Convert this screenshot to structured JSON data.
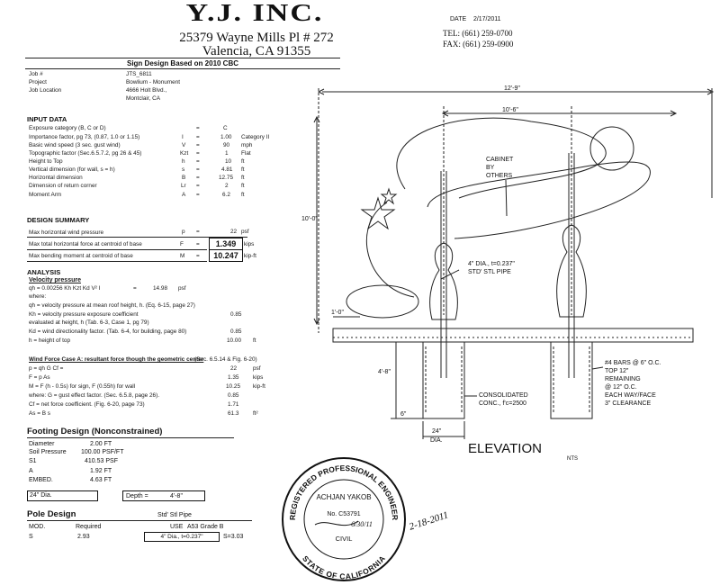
{
  "header": {
    "company": "Y.J. INC.",
    "address1": "25379 Wayne Mills Pl # 272",
    "address2": "Valencia, CA 91355",
    "date_label": "DATE",
    "date_value": "2/17/2011",
    "tel": "TEL: (661) 259-0700",
    "fax": "FAX: (661) 259-0900"
  },
  "title": "Sign Design Based on 2010 CBC",
  "job": {
    "job_label": "Job #",
    "job_value": "JTS_6811",
    "project_label": "Project",
    "project_value": "Bowlium - Monument",
    "location_label": "Job Location",
    "location_value1": "4666 Holt Blvd.,",
    "location_value2": "Montclair, CA"
  },
  "input_data": {
    "heading": "INPUT DATA",
    "rows": [
      {
        "label": "Exposure category (B, C or D)",
        "eq": "=",
        "value": "C",
        "unit": ""
      },
      {
        "label": "Importance factor, pg 73, (0.87, 1.0 or 1.15)",
        "sym": "I",
        "eq": "=",
        "value": "1.00",
        "unit": "Category II"
      },
      {
        "label": "Basic wind speed (3 sec. gust wind)",
        "sym": "V",
        "eq": "=",
        "value": "90",
        "unit": "mph"
      },
      {
        "label": "Topographic factor (Sec.6.5.7.2, pg 26 & 45)",
        "sym": "Kzt",
        "eq": "=",
        "value": "1",
        "unit": "Flat"
      },
      {
        "label": "Height to Top",
        "sym": "h",
        "eq": "=",
        "value": "10",
        "unit": "ft"
      },
      {
        "label": "Vertical dimension (for wall, s = h)",
        "sym": "s",
        "eq": "=",
        "value": "4.81",
        "unit": "ft"
      },
      {
        "label": "Horizontal dimension",
        "sym": "B",
        "eq": "=",
        "value": "12.75",
        "unit": "ft"
      },
      {
        "label": "Dimension of return corner",
        "sym": "Lr",
        "eq": "=",
        "value": "2",
        "unit": "ft"
      },
      {
        "label": "Moment Arm",
        "sym": "A",
        "eq": "=",
        "value": "6.2",
        "unit": "ft"
      }
    ]
  },
  "design_summary": {
    "heading": "DESIGN SUMMARY",
    "rows": [
      {
        "label": "Max horizontal wind pressure",
        "sym": "p",
        "eq": "=",
        "value": "22",
        "unit": "psf"
      },
      {
        "label": "Max total horizontal force at centroid of base",
        "sym": "F",
        "eq": "=",
        "value": "1.349",
        "unit": "kips"
      },
      {
        "label": "Max bending moment at centroid of base",
        "sym": "M",
        "eq": "=",
        "value": "10.247",
        "unit": "kip-ft"
      }
    ]
  },
  "analysis": {
    "heading": "ANALYSIS",
    "vp_heading": "Velocity pressure",
    "qh_formula": "qh = 0.00256 Kh Kzt Kd V² I",
    "qh_eq": "=",
    "qh_value": "14.98",
    "qh_unit": "psf",
    "where": "where:",
    "lines": [
      {
        "text": "qh = velocity pressure at mean roof height, h. (Eq. 6-15, page 27)",
        "value": "",
        "unit": ""
      },
      {
        "text": "Kh = velocity pressure exposure coefficient",
        "value": "0.85",
        "unit": ""
      },
      {
        "text": "evaluated at height, h (Tab. 6-3, Case 1, pg 79)",
        "value": "",
        "unit": ""
      },
      {
        "text": "Kd = wind directionality factor. (Tab. 6-4, for building, page 80)",
        "value": "0.85",
        "unit": ""
      },
      {
        "text": "h = height of top",
        "value": "10.00",
        "unit": "ft"
      }
    ],
    "wf_heading": "Wind Force Case A: resultant force though the geometric center",
    "wf_ref": "(Sec. 6.5.14 & Fig. 6-20)",
    "wf_lines": [
      {
        "text": "p = qh G Cf =",
        "value": "22",
        "unit": "psf"
      },
      {
        "text": "F = p As",
        "value": "1.35",
        "unit": "kips"
      },
      {
        "text": "M = F (h - 0.5s) for sign, F (0.55h) for wall",
        "value": "10.25",
        "unit": "kip-ft"
      },
      {
        "text": "where:      G = gust effect factor. (Sec. 6.5.8, page 26).",
        "value": "0.85",
        "unit": ""
      },
      {
        "text": "               Cf = net force coefficient. (Fig. 6-20, page 73)",
        "value": "1.71",
        "unit": ""
      },
      {
        "text": "               As = B s",
        "value": "61.3",
        "unit": "ft²"
      }
    ]
  },
  "footing": {
    "heading": "Footing Design (Nonconstrained)",
    "rows": [
      {
        "label": "Diameter",
        "value": "2.00 FT"
      },
      {
        "label": "Soil Pressure",
        "value": "100.00 PSF/FT"
      },
      {
        "label": "S1",
        "value": "410.53 PSF"
      },
      {
        "label": "A",
        "value": "1.92 FT"
      },
      {
        "label": "EMBED.",
        "value": "4.63 FT"
      }
    ],
    "dia_box": "24\" Dia.",
    "depth_label": "Depth =",
    "depth_value": "4'-8\""
  },
  "pole": {
    "heading": "Pole Design",
    "pipe": "Std' Stl Pipe",
    "mod_label": "MOD.",
    "required_label": "Required",
    "use_label": "USE",
    "grade": "A53 Grade B",
    "s_label": "S",
    "s_required": "2.93",
    "use_box": "4\" Dia., t=0.237\"",
    "s_use": "S=3.03"
  },
  "drawing": {
    "dim_overall": "12'-9\"",
    "dim_inner": "10'-6\"",
    "dim_height": "10'-0\"",
    "dim_offset": "1'-0\"",
    "dim_embed": "4'-8\"",
    "dim_6": "6\"",
    "dim_dia": "24\"",
    "dim_dia2": "DIA.",
    "cabinet": [
      "CABINET",
      "BY",
      "OTHERS"
    ],
    "pipe_note": [
      "4\" DIA., t=0.237\"",
      "STD' STL PIPE"
    ],
    "conc_note": [
      "CONSOLIDATED",
      "CONC., f'c=2500"
    ],
    "bars_note": [
      "#4 BARS @ 6\" O.C.",
      "TOP 12\"",
      "REMAINING",
      "@ 12\" O.C.",
      "EACH WAY/FACE",
      "3\" CLEARANCE"
    ],
    "elevation": "ELEVATION",
    "nts": "NTS"
  },
  "stamp": {
    "outer_top": "REGISTERED PROFESSIONAL ENGINEER",
    "outer_bottom": "STATE OF CALIFORNIA",
    "name": "ACHJAN YAKOB",
    "number": "No. C53791",
    "civil": "CIVIL",
    "signed_date": "6/30/11",
    "handwritten_date": "2-18-2011"
  }
}
